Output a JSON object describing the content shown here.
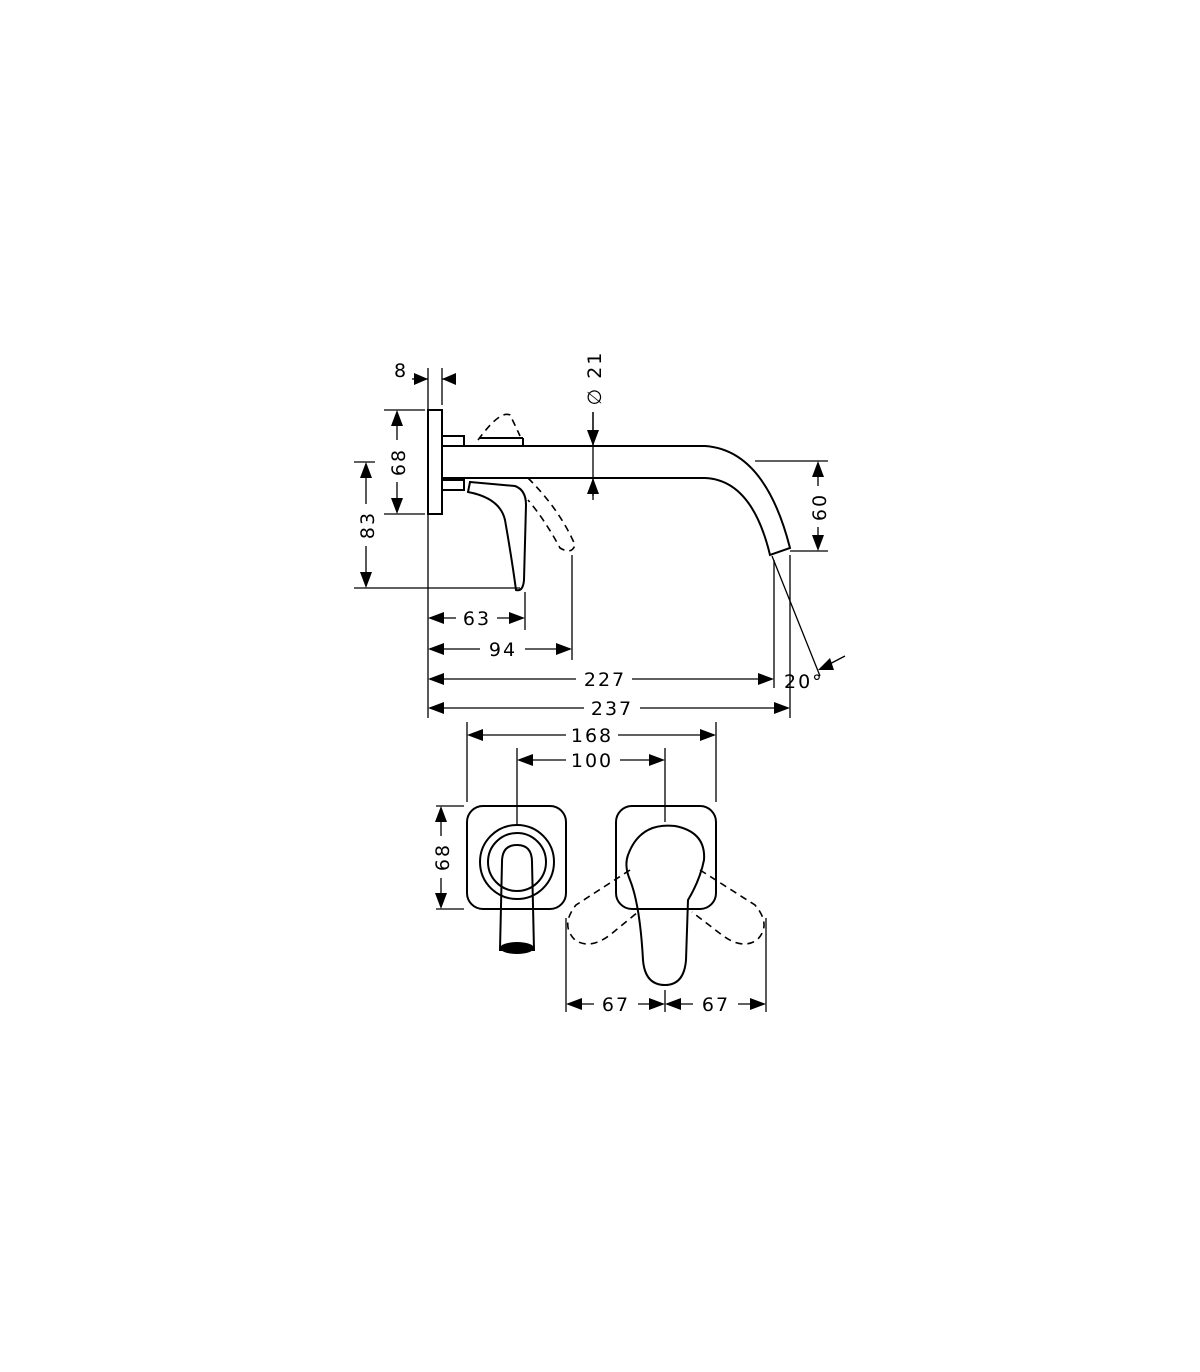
{
  "drawing": {
    "side_view": {
      "dims": {
        "flange_thickness": "8",
        "flange_height": "68",
        "lever_height": "83",
        "spout_diameter": "∅ 21",
        "spout_drop": "60",
        "lever_depth": "63",
        "lever_swing_depth": "94",
        "spout_projection": "227",
        "overall_projection": "237",
        "spout_angle": "20°"
      }
    },
    "front_view": {
      "dims": {
        "overall_width": "168",
        "center_distance": "100",
        "plate_height": "68",
        "lever_swing_left": "67",
        "lever_swing_right": "67"
      }
    }
  }
}
